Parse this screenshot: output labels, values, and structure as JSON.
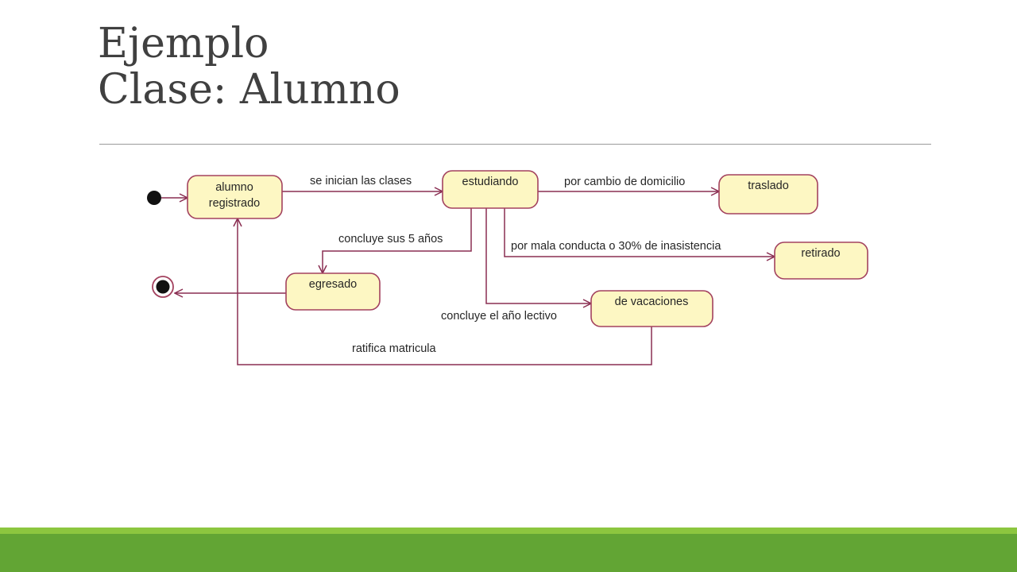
{
  "title": {
    "line1": "Ejemplo",
    "line2": "Clase:  Alumno"
  },
  "diagram": {
    "states": {
      "alumno_registrado": {
        "line1": "alumno",
        "line2": "registrado"
      },
      "estudiando": "estudiando",
      "traslado": "traslado",
      "retirado": "retirado",
      "egresado": "egresado",
      "de_vacaciones": "de vacaciones"
    },
    "transitions": {
      "inicio_clases": "se inician las clases",
      "cambio_domicilio": "por cambio de domicilio",
      "mala_conducta": "por mala conducta o 30% de inasistencia",
      "concluye_5_anos": "concluye sus 5 años",
      "concluye_ano_lectivo": "concluye el año lectivo",
      "ratifica_matricula": "ratifica matricula"
    }
  },
  "colors": {
    "state_fill": "#fdf7c3",
    "state_border": "#a3425f",
    "edge": "#8a2e52",
    "footer_light": "#8cc63f",
    "footer_dark": "#62a534"
  }
}
